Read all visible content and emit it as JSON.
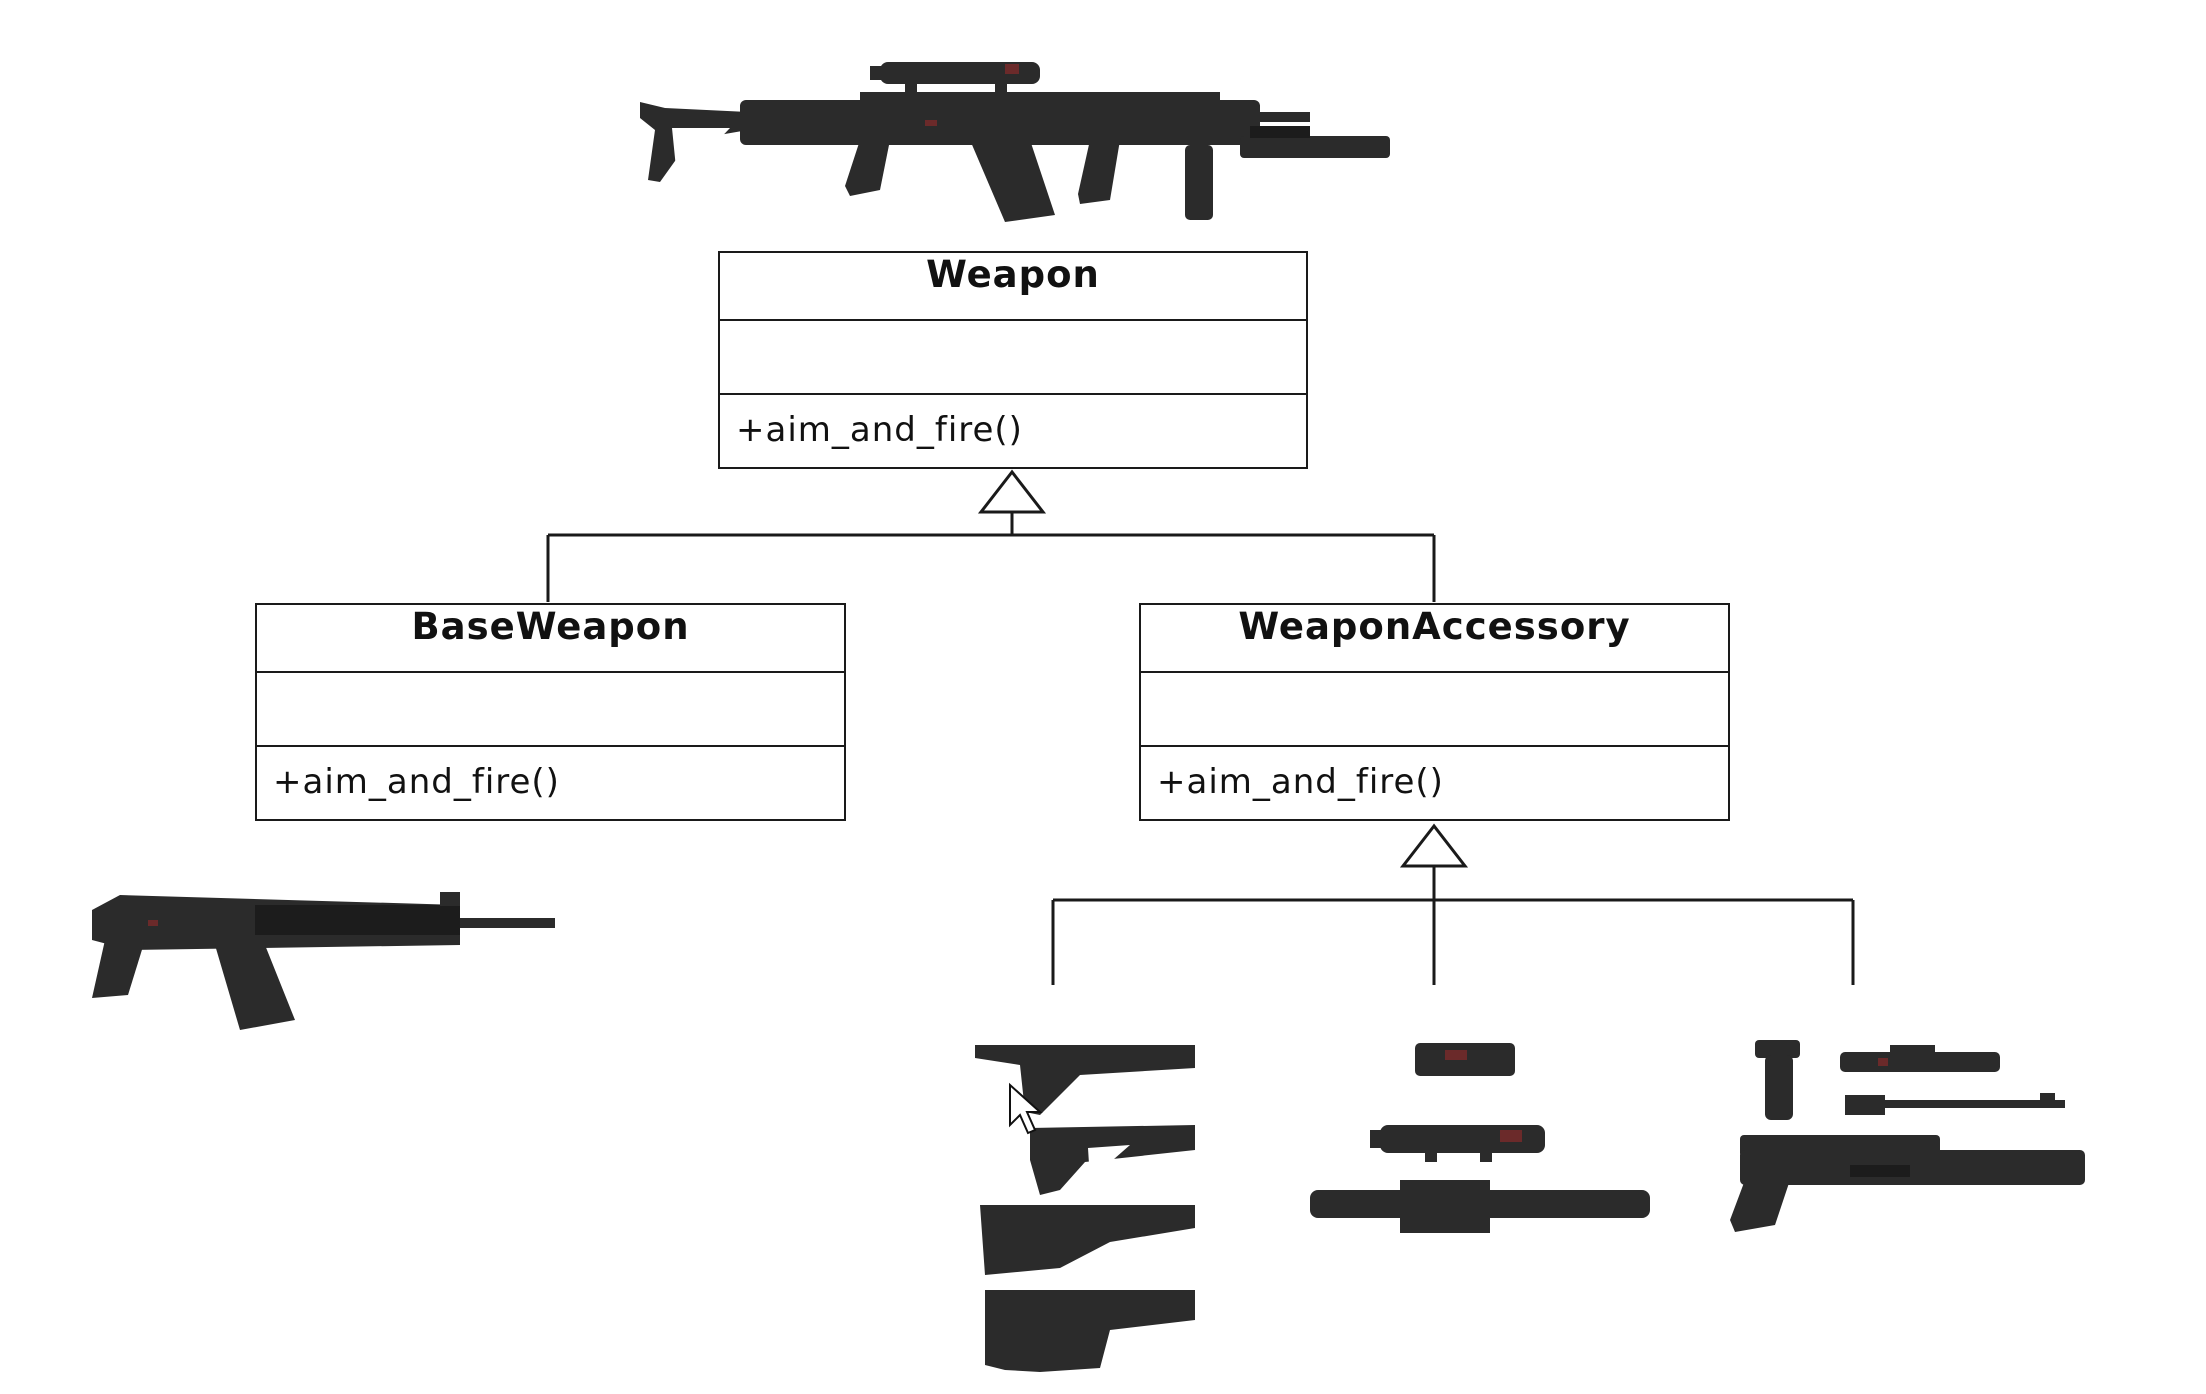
{
  "diagram": {
    "classes": {
      "weapon": {
        "name": "Weapon",
        "operation": "+aim_and_fire()"
      },
      "base_weapon": {
        "name": "BaseWeapon",
        "operation": "+aim_and_fire()"
      },
      "weapon_accessory": {
        "name": "WeaponAccessory",
        "operation": "+aim_and_fire()"
      }
    },
    "relations": [
      {
        "type": "generalization",
        "from": "BaseWeapon",
        "to": "Weapon"
      },
      {
        "type": "generalization",
        "from": "WeaponAccessory",
        "to": "Weapon"
      },
      {
        "type": "generalization",
        "from": "stocks",
        "to": "WeaponAccessory"
      },
      {
        "type": "generalization",
        "from": "optics",
        "to": "WeaponAccessory"
      },
      {
        "type": "generalization",
        "from": "barrel attachments",
        "to": "WeaponAccessory"
      }
    ],
    "illustrations": [
      "assembled-rifle-illustration",
      "base-rifle-illustration",
      "stock-illustrations",
      "optic-illustrations",
      "attachment-illustrations"
    ],
    "colors": {
      "line": "#1a1a1a",
      "gun_body": "#2b2b2b",
      "gun_dark": "#1c1c1c",
      "accent_red": "#6b2a2a"
    }
  }
}
